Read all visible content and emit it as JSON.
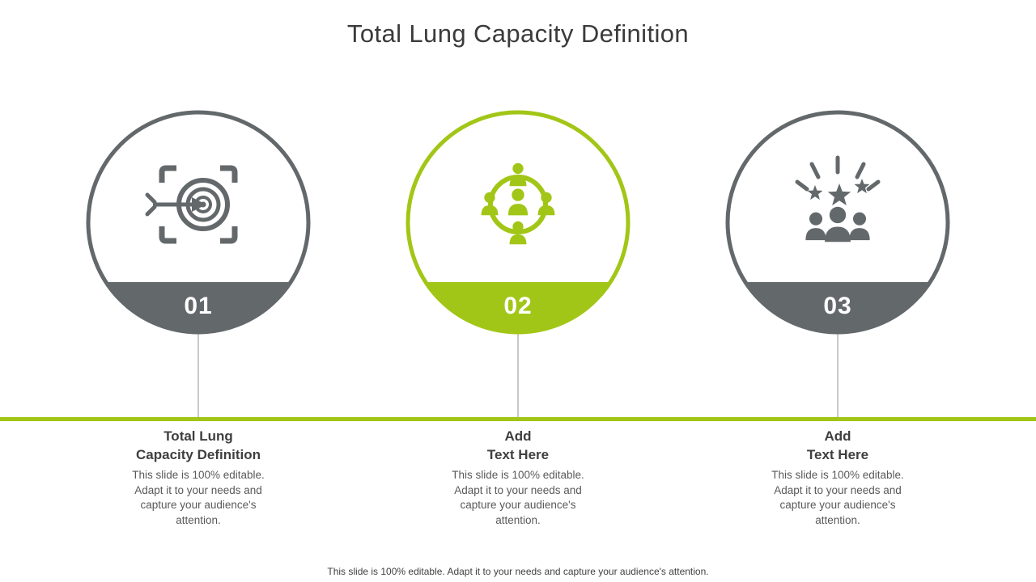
{
  "title": "Total Lung Capacity Definition",
  "footer": "This slide is 100% editable. Adapt it to your needs and capture your audience's attention.",
  "colors": {
    "green": "#a2c617",
    "gray": "#63686b",
    "text_dark": "#3b3b3b",
    "text_body": "#595959"
  },
  "steps": [
    {
      "number": "01",
      "icon": "target-dart-icon",
      "accent": "gray",
      "heading_line1": "Total Lung",
      "heading_line2": "Capacity Definition",
      "body": "This slide is 100% editable. Adapt it to your needs and capture your audience's attention."
    },
    {
      "number": "02",
      "icon": "team-network-icon",
      "accent": "green",
      "heading_line1": "Add",
      "heading_line2": "Text Here",
      "body": "This slide is 100% editable. Adapt it to your needs and capture your audience's attention."
    },
    {
      "number": "03",
      "icon": "audience-stars-icon",
      "accent": "gray",
      "heading_line1": "Add",
      "heading_line2": "Text Here",
      "body": "This slide is 100% editable. Adapt it to your needs and capture your audience's attention."
    }
  ]
}
